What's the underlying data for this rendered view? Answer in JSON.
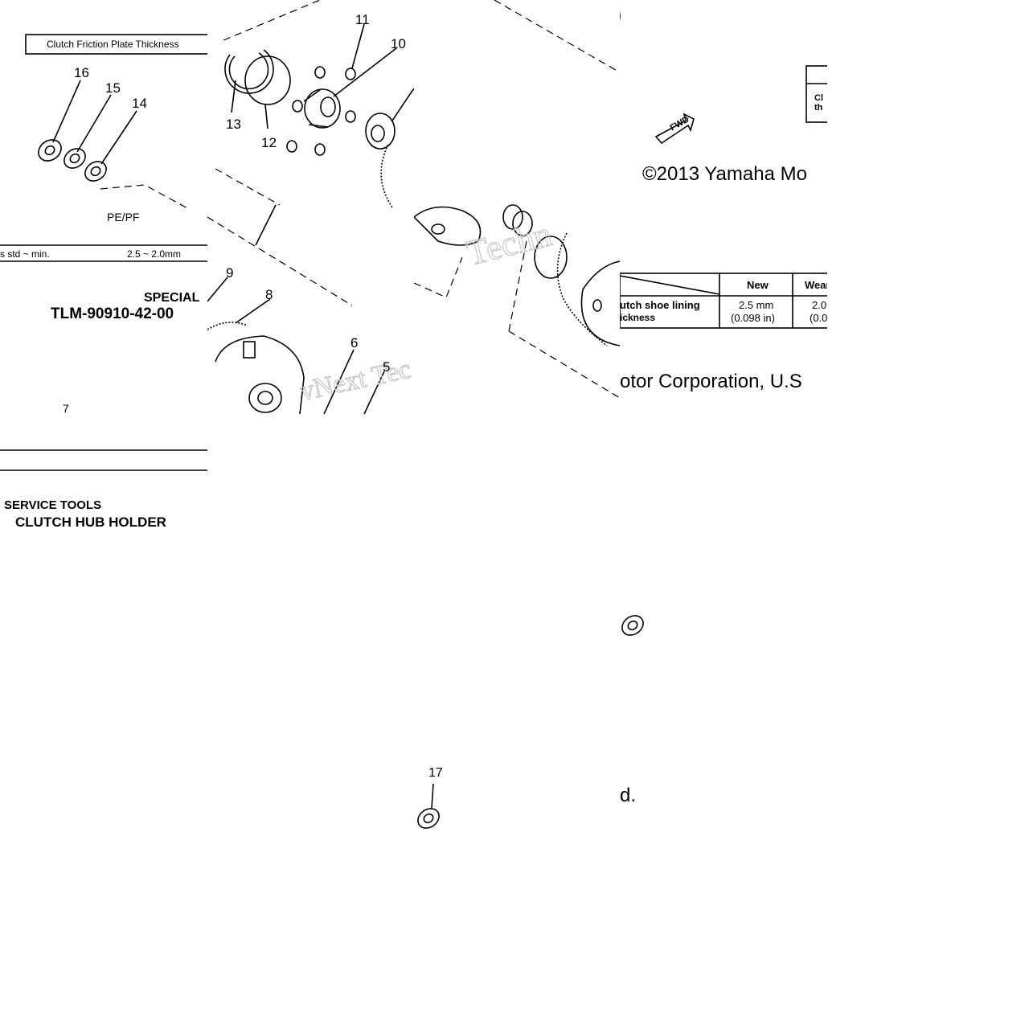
{
  "tile_a": {
    "spec_box_label": "Clutch Friction Plate Thickness",
    "callouts": [
      "16",
      "15",
      "14"
    ],
    "model_label": "PE/PF",
    "spec_row": "s std ~ min.",
    "spec_value": "2.5 ~ 2.0mm",
    "special_label": "SPECIAL",
    "part_number": "TLM-90910-42-00",
    "callout_7": "7",
    "service_tools": "SERVICE TOOLS",
    "hub_holder": "CLUTCH HUB HOLDER"
  },
  "tile_b": {
    "callouts": [
      "11",
      "10",
      "13",
      "12",
      "9",
      "8",
      "6",
      "5"
    ],
    "watermark": "vNext Tec"
  },
  "tile_c": {
    "callout_17": "17",
    "watermark": "Techn"
  },
  "tile_d": {
    "fwd_label": "FWD",
    "box_fragment": "Cl th",
    "copyright": "©2013 Yamaha Mo",
    "table_header_new": "New",
    "table_header_wear": "Wear",
    "table_row_label_1": "utch shoe lining",
    "table_row_label_2": "ickness",
    "table_new_1": "2.5 mm",
    "table_new_2": "(0.098 in)",
    "table_wear_1": "2.0",
    "table_wear_2": "(0.0",
    "corp_line": "otor Corporation, U.S",
    "tail_text": "d."
  }
}
